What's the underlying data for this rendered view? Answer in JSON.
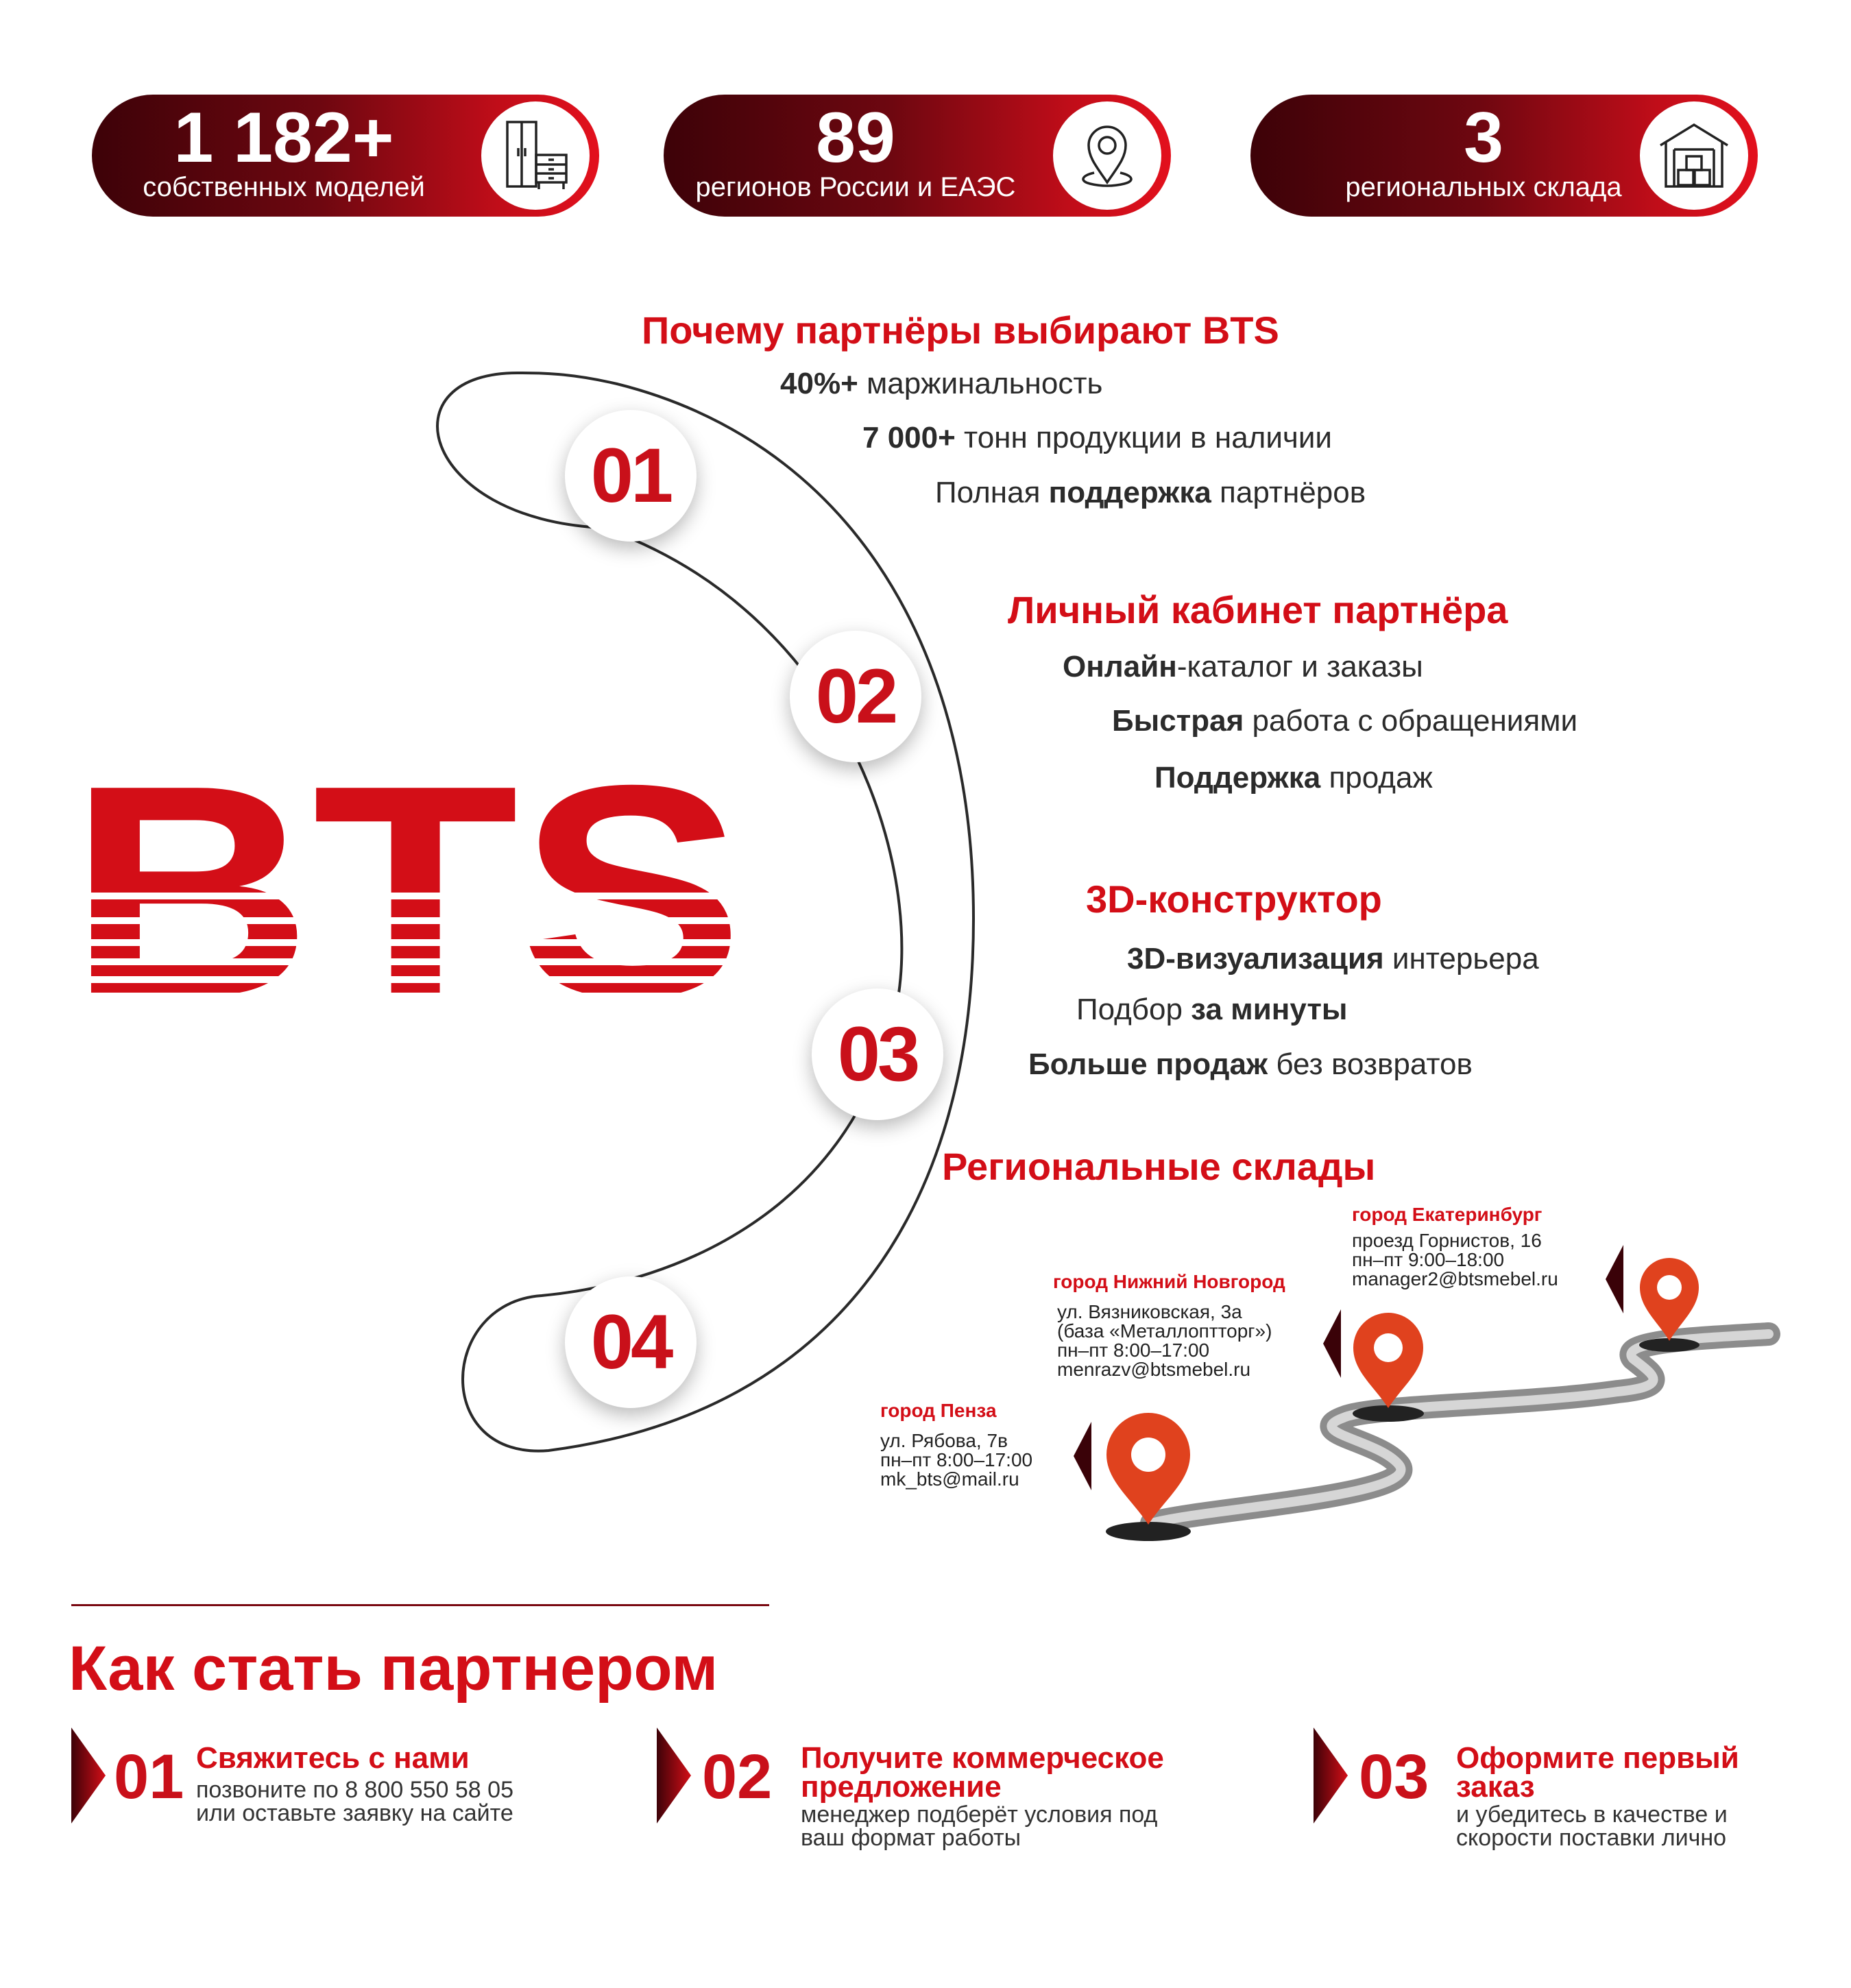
{
  "stats": [
    {
      "value": "1 182+",
      "caption": "собственных моделей",
      "icon": "furniture-icon"
    },
    {
      "value": "89",
      "caption": "регионов России и ЕАЭС",
      "icon": "location-pin-icon"
    },
    {
      "value": "3",
      "caption": "региональных склада",
      "icon": "warehouse-icon"
    }
  ],
  "logo": {
    "text": "BTS"
  },
  "sections": [
    {
      "number": "01",
      "title": "Почему партнёры выбирают BTS",
      "lines": [
        {
          "bold": "40%+",
          "rest": " маржинальность"
        },
        {
          "bold": "7 000+",
          "rest": " тонн продукции в наличии"
        },
        {
          "pre": "Полная ",
          "bold": "поддержка",
          "rest": " партнёров"
        }
      ]
    },
    {
      "number": "02",
      "title": "Личный кабинет партнёра",
      "lines": [
        {
          "bold": "Онлайн",
          "rest": "-каталог и заказы"
        },
        {
          "bold": "Быстрая",
          "rest": " работа с обращениями"
        },
        {
          "bold": "Поддержка",
          "rest": " продаж"
        }
      ]
    },
    {
      "number": "03",
      "title": "3D-конструктор",
      "lines": [
        {
          "bold": "3D-визуализация",
          "rest": " интерьера"
        },
        {
          "pre": "Подбор ",
          "bold": "за минуты",
          "rest": ""
        },
        {
          "bold": "Больше продаж",
          "rest": " без возвратов"
        }
      ]
    },
    {
      "number": "04",
      "title": "Региональные склады"
    }
  ],
  "warehouses": [
    {
      "city": "город Екатеринбург",
      "lines": [
        "проезд Горнистов, 16",
        "пн–пт 9:00–18:00",
        "manager2@btsmebel.ru"
      ]
    },
    {
      "city": "город Нижний Новгород",
      "lines": [
        "ул. Вязниковская, 3а",
        "(база «Металлоптторг»)",
        "пн–пт 8:00–17:00",
        "menrazv@btsmebel.ru"
      ]
    },
    {
      "city": "город Пенза",
      "lines": [
        "ул. Рябова, 7в",
        "пн–пт 8:00–17:00",
        "mk_bts@mail.ru"
      ]
    }
  ],
  "partner": {
    "title": "Как стать партнером",
    "steps": [
      {
        "number": "01",
        "title": "Свяжитесь с нами",
        "desc": [
          "позвоните по 8 800 550 58 05",
          "или оставьте заявку на сайте"
        ]
      },
      {
        "number": "02",
        "title": "Получите коммерческое предложение",
        "title_lines": [
          "Получите коммерческое",
          "предложение"
        ],
        "desc": [
          "менеджер подберёт условия под",
          "ваш формат работы"
        ]
      },
      {
        "number": "03",
        "title": "Оформите первый заказ",
        "title_lines": [
          "Оформите первый",
          "заказ"
        ],
        "desc": [
          "и убедитесь в качестве и",
          "скорости поставки лично"
        ]
      }
    ]
  },
  "colors": {
    "accent": "#d30e17",
    "dark": "#3d0208",
    "text": "#2b2b2b"
  }
}
